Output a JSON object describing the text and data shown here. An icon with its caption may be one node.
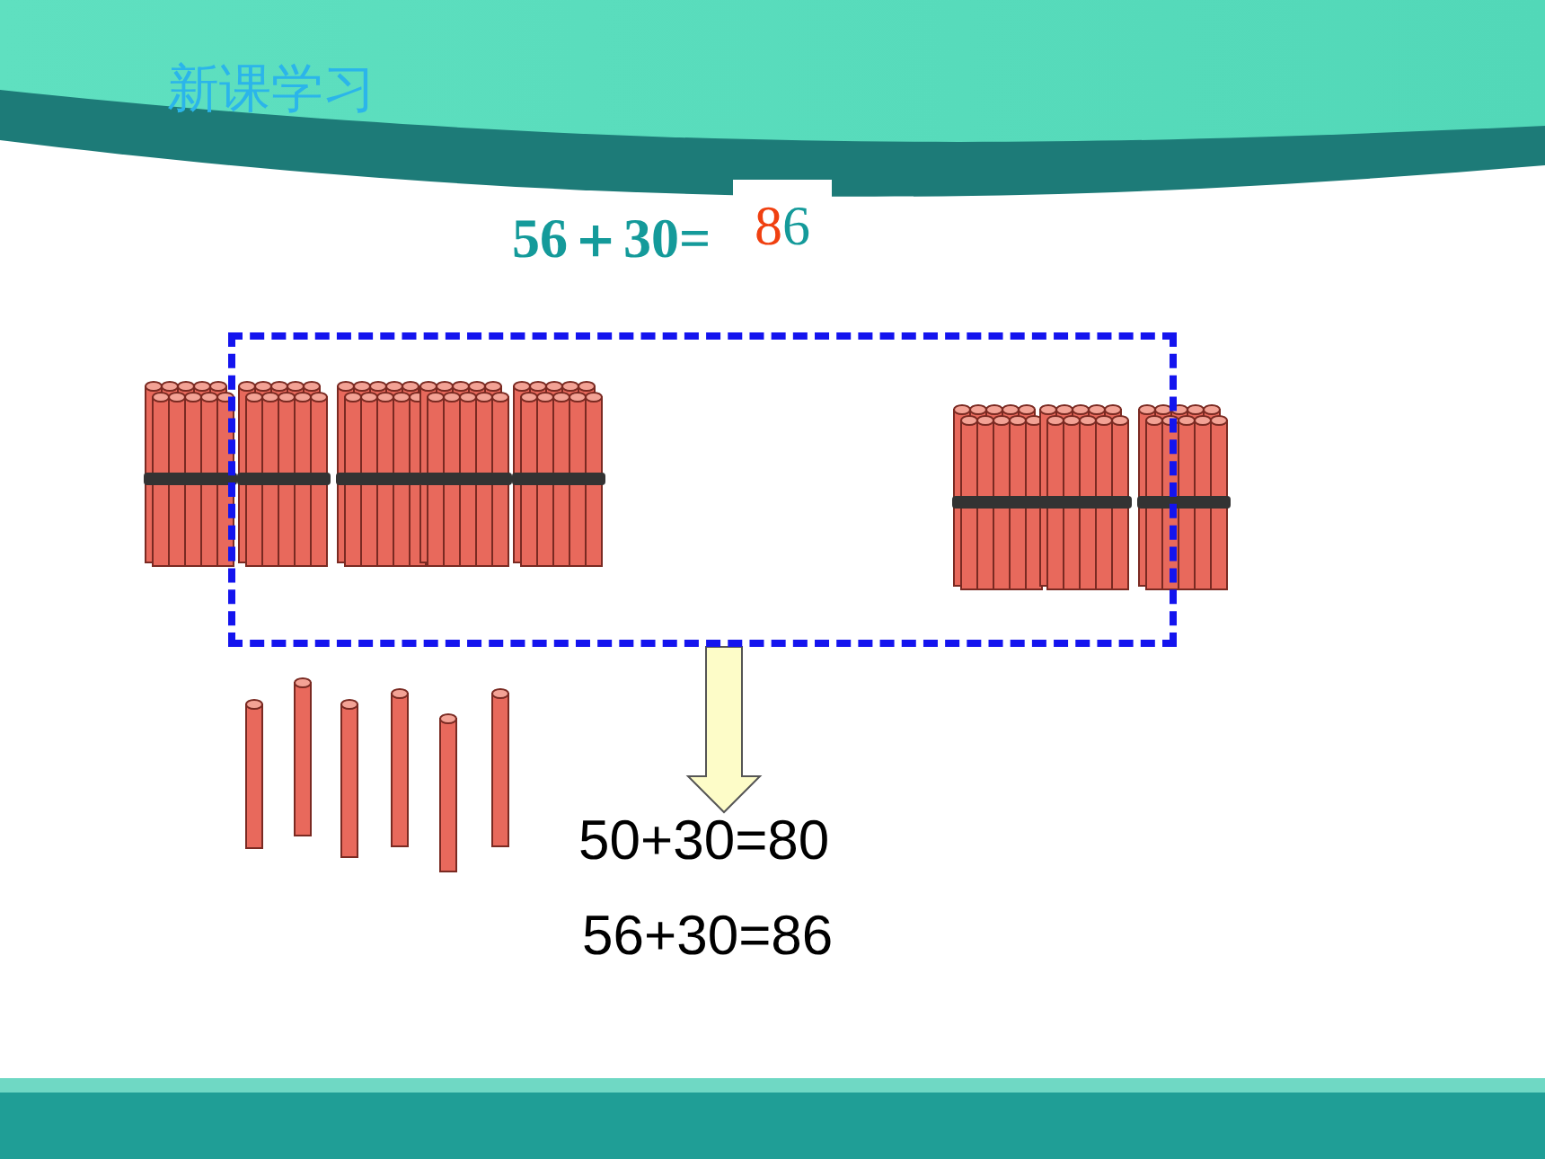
{
  "diagram": {
    "title": "新课学习",
    "nodes": [
      {
        "text": [],
        "shape": "box"
      },
      {
        "text": [
          "50+30=80"
        ]
      }
    ],
    "edges": [
      {
        "from": 0,
        "to": 1,
        "arrow": "to"
      }
    ],
    "labels": [
      "56＋30=",
      "86",
      "56+30=86"
    ]
  }
}
